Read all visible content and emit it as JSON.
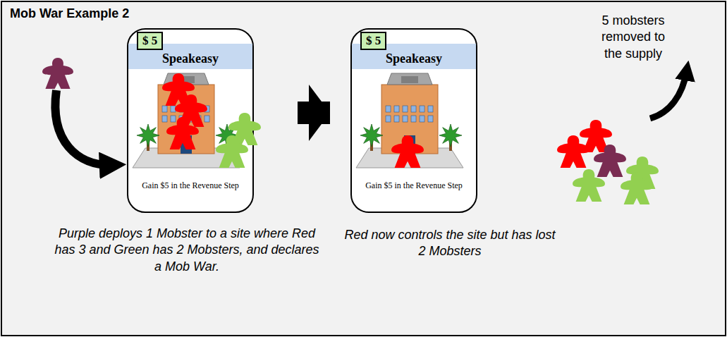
{
  "diagram": {
    "title": "Mob War Example 2",
    "nodes": [
      {
        "text": [
          "$ 5",
          "Speakeasy",
          "Gain $5 in the Revenue Step"
        ]
      },
      {
        "text": [
          "$ 5",
          "Speakeasy",
          "Gain $5 in the Revenue Step"
        ]
      }
    ],
    "edges": [
      {
        "from": 0,
        "to": 1,
        "arrow": "to"
      }
    ],
    "labels": [
      "Purple deploys 1 Mobster to a site where Red has 3 and Green has 2 Mobsters, and declares a Mob War.",
      "Red now controls the site but has lost 2 Mobsters",
      "5 mobsters removed to the supply"
    ]
  }
}
